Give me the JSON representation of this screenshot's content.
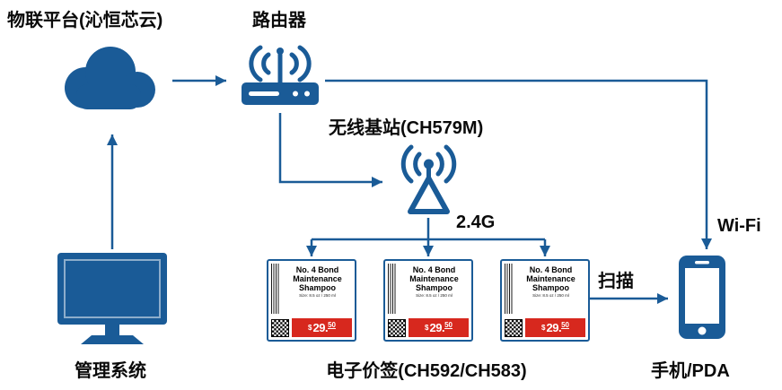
{
  "labels": {
    "iot_platform": "物联平台(沁恒芯云)",
    "router": "路由器",
    "base_station": "无线基站(CH579M)",
    "freq": "2.4G",
    "esl": "电子价签(CH592/CH583)",
    "scan": "扫描",
    "wifi": "Wi-Fi",
    "phone": "手机/PDA",
    "mgmt": "管理系统"
  },
  "price_tag": {
    "line1": "No. 4 Bond",
    "line2": "Maintenance",
    "line3": "Shampoo",
    "subtext": "Size: 8.5 oz / 250 ml",
    "currency": "$",
    "price_main": "29.",
    "price_cents": "50"
  },
  "colors": {
    "primary_blue": "#1a5b97",
    "price_red": "#d7281e"
  }
}
